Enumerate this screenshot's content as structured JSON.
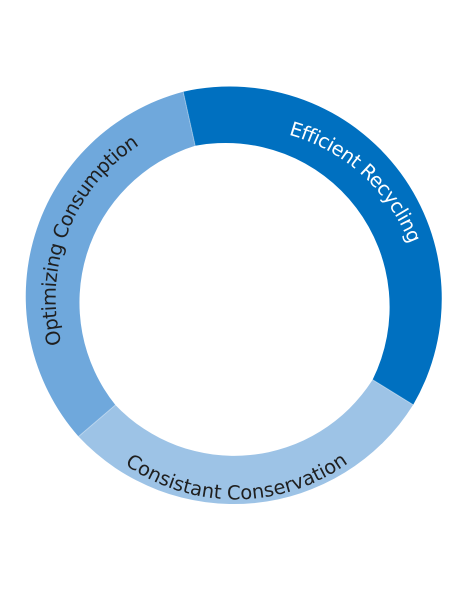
{
  "diagram": {
    "segments": [
      {
        "id": "seg-efficient-recycling",
        "label": "Efficient Recycling",
        "color": "#0070C0",
        "text_color": "#ffffff"
      },
      {
        "id": "seg-consistant-conservation",
        "label": "Consistant Conservation",
        "color": "#9DC3E6",
        "text_color": "#1f1f1f"
      },
      {
        "id": "seg-optimizing-consumption",
        "label": "Optimizing Consumption",
        "color": "#6FA8DC",
        "text_color": "#1f1f1f"
      }
    ]
  }
}
